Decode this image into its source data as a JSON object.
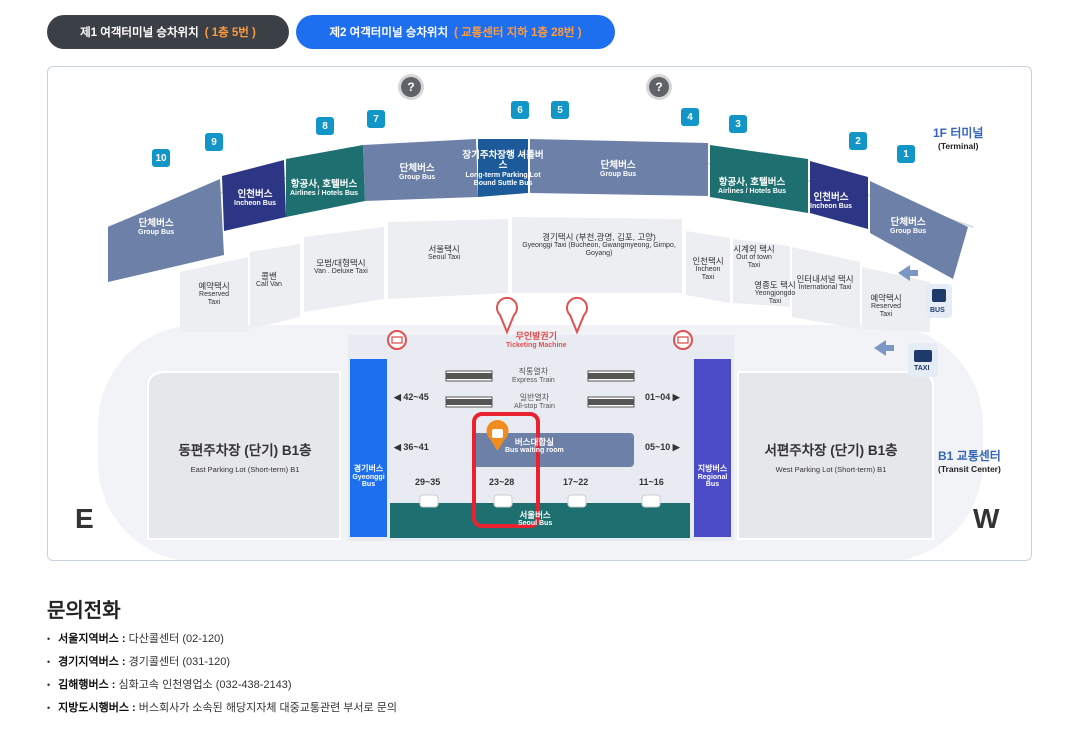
{
  "tabs": [
    {
      "label": "제1 여객터미널 승차위치",
      "highlight": "( 1층 5번 )"
    },
    {
      "label": "제2 여객터미널 승차위치",
      "highlight": "( 교통센터 지하 1층 28번 )"
    }
  ],
  "map": {
    "terminal": {
      "ko": "1F 터미널",
      "en": "(Terminal)"
    },
    "transit_center": {
      "ko": "B1 교통센터",
      "en": "(Transit Center)"
    },
    "question_marks": [
      "?",
      "?"
    ],
    "gates": [
      "10",
      "9",
      "8",
      "7",
      "6",
      "5",
      "4",
      "3",
      "2",
      "1"
    ],
    "bus_zones": [
      {
        "ko": "단체버스",
        "en": "Group Bus"
      },
      {
        "ko": "인천버스",
        "en": "Incheon Bus"
      },
      {
        "ko": "항공사, 호텔버스",
        "en": "Airlines / Hotels Bus"
      },
      {
        "ko": "단체버스",
        "en": "Group Bus"
      },
      {
        "ko": "장기주차장행 셔틀버스",
        "en": "Long-term Parking Lot Bound Suttle Bus"
      },
      {
        "ko": "단체버스",
        "en": "Group Bus"
      },
      {
        "ko": "항공사, 호텔버스",
        "en": "Airlines / Hotels Bus"
      },
      {
        "ko": "인천버스",
        "en": "Incheon Bus"
      },
      {
        "ko": "단체버스",
        "en": "Group Bus"
      }
    ],
    "taxi_zones": [
      {
        "ko": "예약택시",
        "en": "Reserved Taxi"
      },
      {
        "ko": "콜밴",
        "en": "Call Van"
      },
      {
        "ko": "모범/대형택시",
        "en": "Van . Deluxe Taxi"
      },
      {
        "ko": "서울택시",
        "en": "Seoul Taxi"
      },
      {
        "ko": "경기택시 (부천,광명, 김포, 고양)",
        "en": "Gyeonggi Taxi (Bucheon, Gwangmyeong, Gimpo, Goyang)"
      },
      {
        "ko": "인천택시",
        "en": "Incheon Taxi"
      },
      {
        "ko": "시계외 택시",
        "en": "Out of town Taxi"
      },
      {
        "ko": "영종도 택시",
        "en": "Yeongjongdo Taxi"
      },
      {
        "ko": "인터내셔널 택시",
        "en": "International Taxi"
      },
      {
        "ko": "예약택시",
        "en": "Reserved Taxi"
      }
    ],
    "bus_icon_label": "BUS",
    "taxi_icon_label": "TAXI",
    "ticketing": {
      "ko": "무인발권기",
      "en": "Ticketing Machine"
    },
    "express_train": {
      "ko": "직통열차",
      "en": "Express Train"
    },
    "allstop_train": {
      "ko": "일반열차",
      "en": "All-stop Train"
    },
    "waiting_room": {
      "ko": "버스대합실",
      "en": "Bus waiting room"
    },
    "gyeonggi_bus": {
      "ko": "경기버스",
      "en": "Gyeonggi Bus"
    },
    "regional_bus": {
      "ko": "지방버스",
      "en": "Regional Bus"
    },
    "seoul_bus": {
      "ko": "서울버스",
      "en": "Seoul Bus"
    },
    "ranges": [
      "◀ 42~45",
      "◀ 36~41",
      "01~04 ▶",
      "05~10 ▶"
    ],
    "platforms": [
      "29~35",
      "23~28",
      "17~22",
      "11~16"
    ],
    "east_parking": {
      "ko": "동편주차장 (단기) B1층",
      "en": "East Parking Lot (Short-term) B1"
    },
    "west_parking": {
      "ko": "서편주차장 (단기) B1층",
      "en": "West Parking Lot (Short-term) B1"
    },
    "compass_east": "E",
    "compass_west": "W",
    "highlight_color": "#e8232f"
  },
  "contact": {
    "title": "문의전화",
    "items": [
      {
        "name": "서울지역버스 :",
        "value": "다산콜센터 (02-120)"
      },
      {
        "name": "경기지역버스 :",
        "value": "경기콜센터 (031-120)"
      },
      {
        "name": "김해행버스 :",
        "value": "심화고속 인천영업소 (032-438-2143)"
      },
      {
        "name": "지방도시행버스 :",
        "value": "버스회사가 소속된 해당지자체 대중교통관련 부서로 문의"
      }
    ]
  }
}
